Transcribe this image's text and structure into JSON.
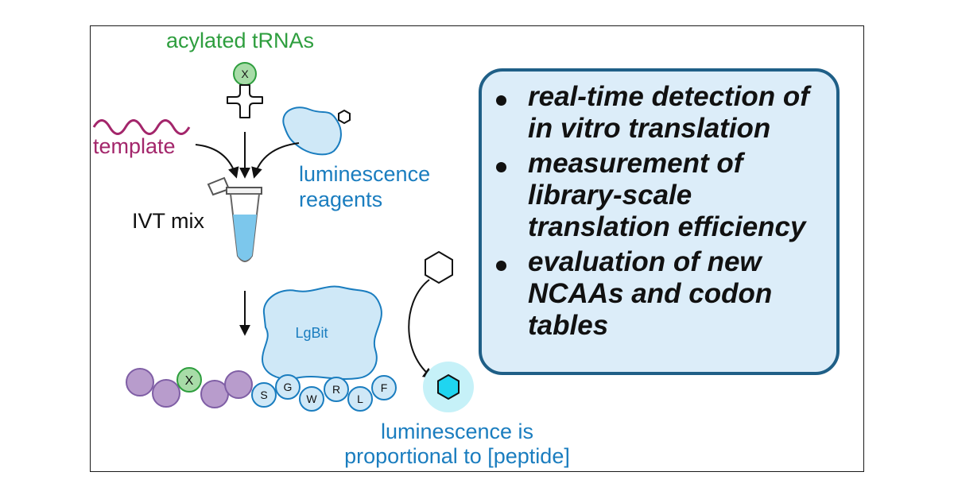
{
  "labels": {
    "acylated_trnas": "acylated tRNAs",
    "trna_mark": "X",
    "template": "template",
    "luminescence_reagents_line1": "luminescence",
    "luminescence_reagents_line2": "reagents",
    "ivt_mix": "IVT mix",
    "lgbit": "LgBit",
    "peptide_mark": "X",
    "result_line1": "luminescence is",
    "result_line2": "proportional to [peptide]"
  },
  "peptide_tag": [
    "S",
    "G",
    "W",
    "R",
    "L",
    "F"
  ],
  "bullets": [
    "real-time detection of in vitro translation",
    "measurement of library-scale translation efficiency",
    "evaluation of new NCAAs and codon tables"
  ],
  "colors": {
    "green": "#2e9e3e",
    "magenta": "#a3266b",
    "blue": "#1a7dbf",
    "purple": "#b89ccc",
    "light_blue": "#cfe8f7",
    "cyan": "#1fd5f0",
    "box_border": "#1f5f87",
    "box_fill": "#dcedf9"
  }
}
